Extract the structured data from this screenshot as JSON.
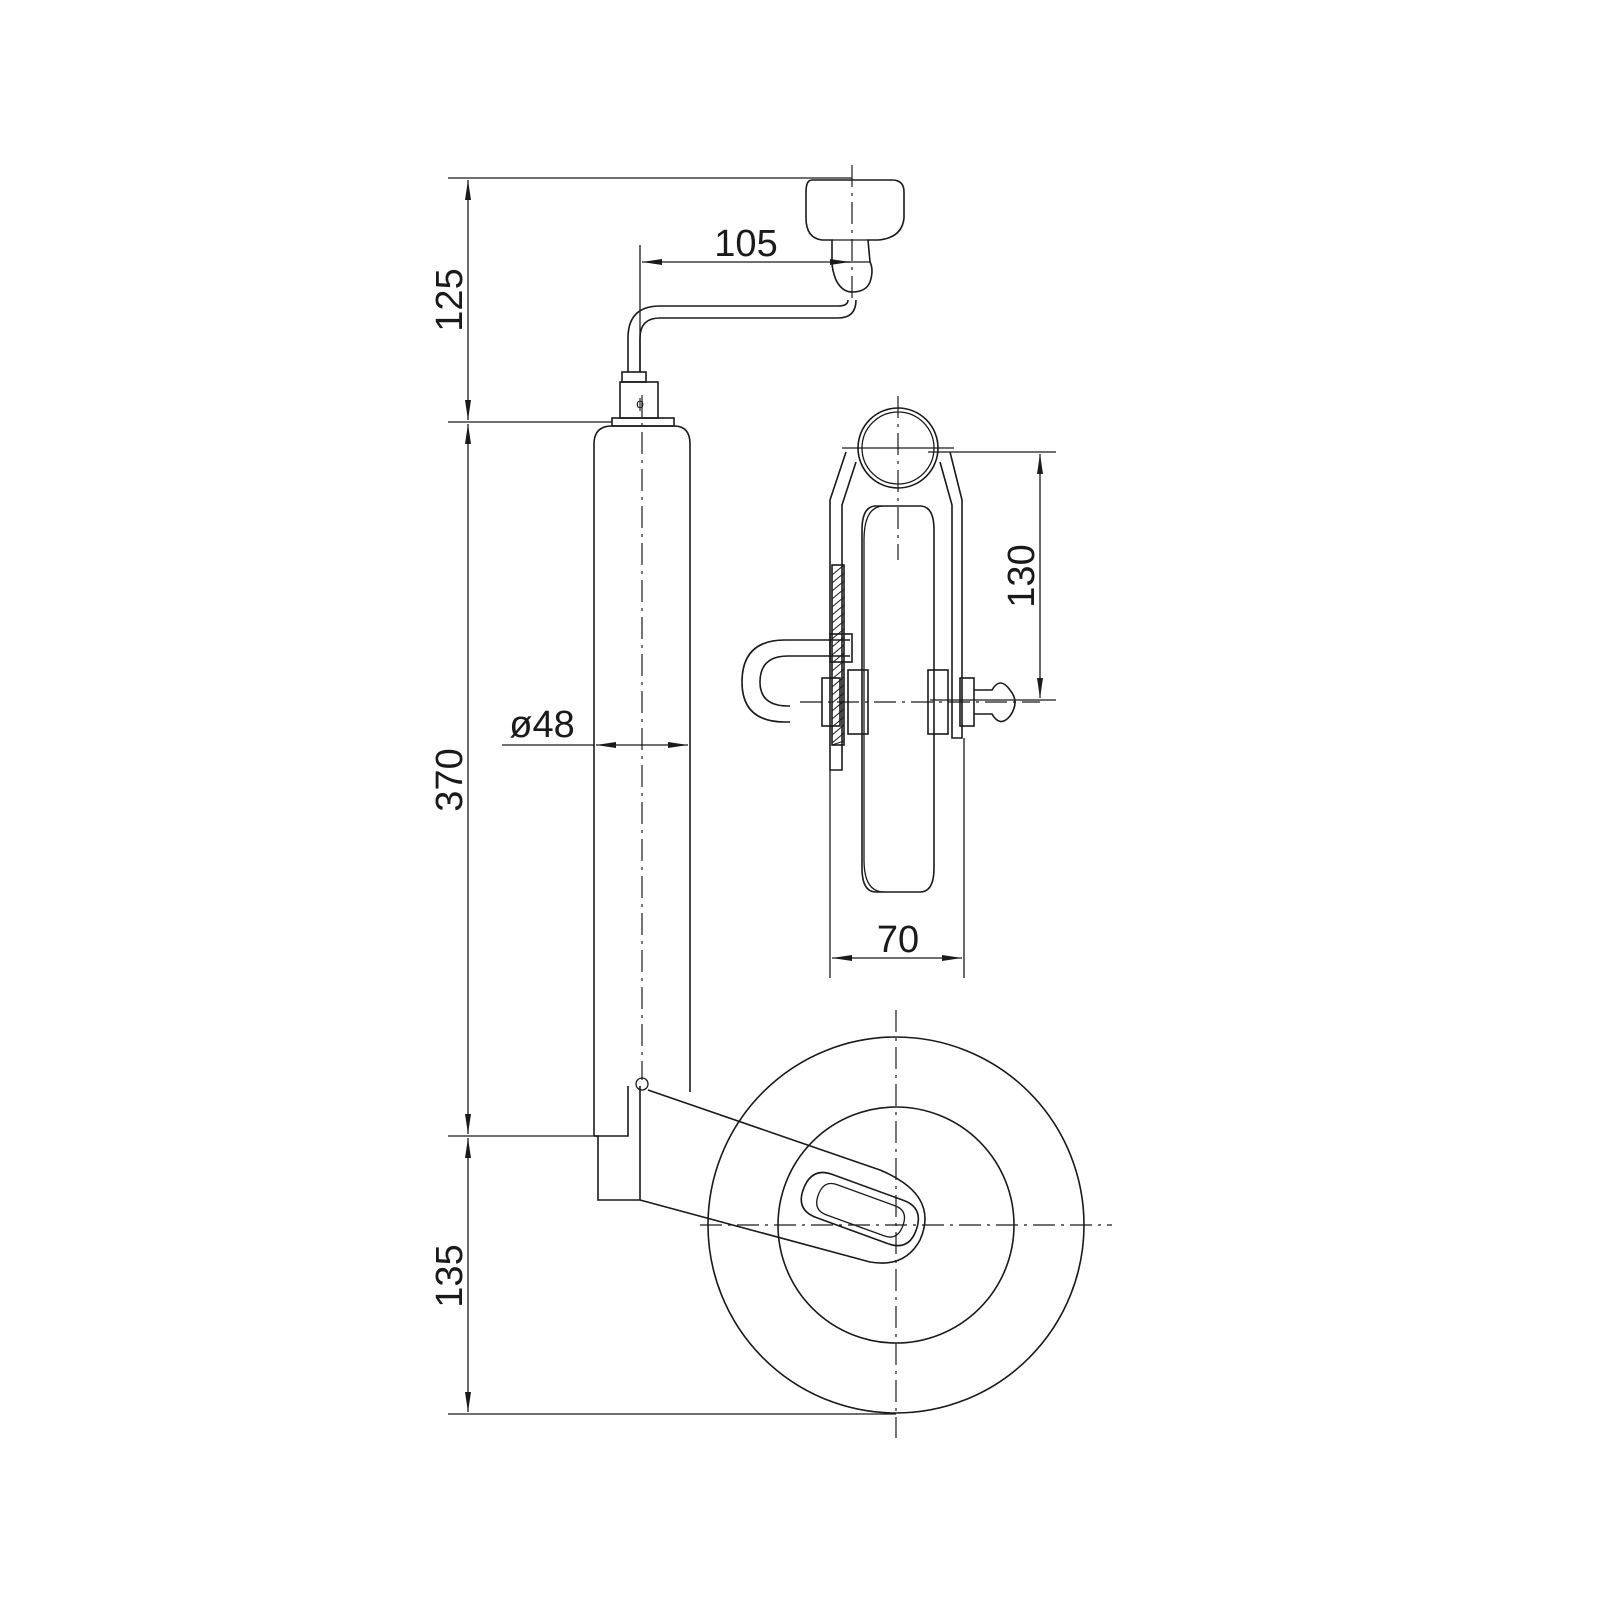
{
  "dimensions": {
    "crank_height": "125",
    "crank_offset": "105",
    "tube_length": "370",
    "tube_diameter": "ø48",
    "wheel_to_axle": "135",
    "axle_offset": "130",
    "wheel_width": "70"
  },
  "colors": {
    "line": "#1a1a1a",
    "background": "#ffffff"
  }
}
